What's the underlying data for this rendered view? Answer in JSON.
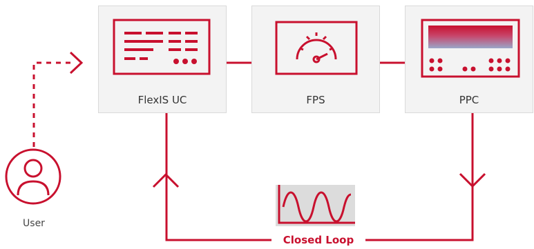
{
  "nodes": {
    "flexis_uc": "FlexIS UC",
    "fps": "FPS",
    "ppc": "PPC",
    "user": "User"
  },
  "loop": {
    "label": "Closed Loop"
  },
  "colors": {
    "accent": "#c8102e",
    "box_bg": "#f3f3f3",
    "box_border": "#d9d9d9",
    "text": "#333333"
  },
  "icons": [
    "user-icon",
    "monitor-icon",
    "gauge-icon",
    "controller-panel-icon",
    "waveform-icon"
  ]
}
